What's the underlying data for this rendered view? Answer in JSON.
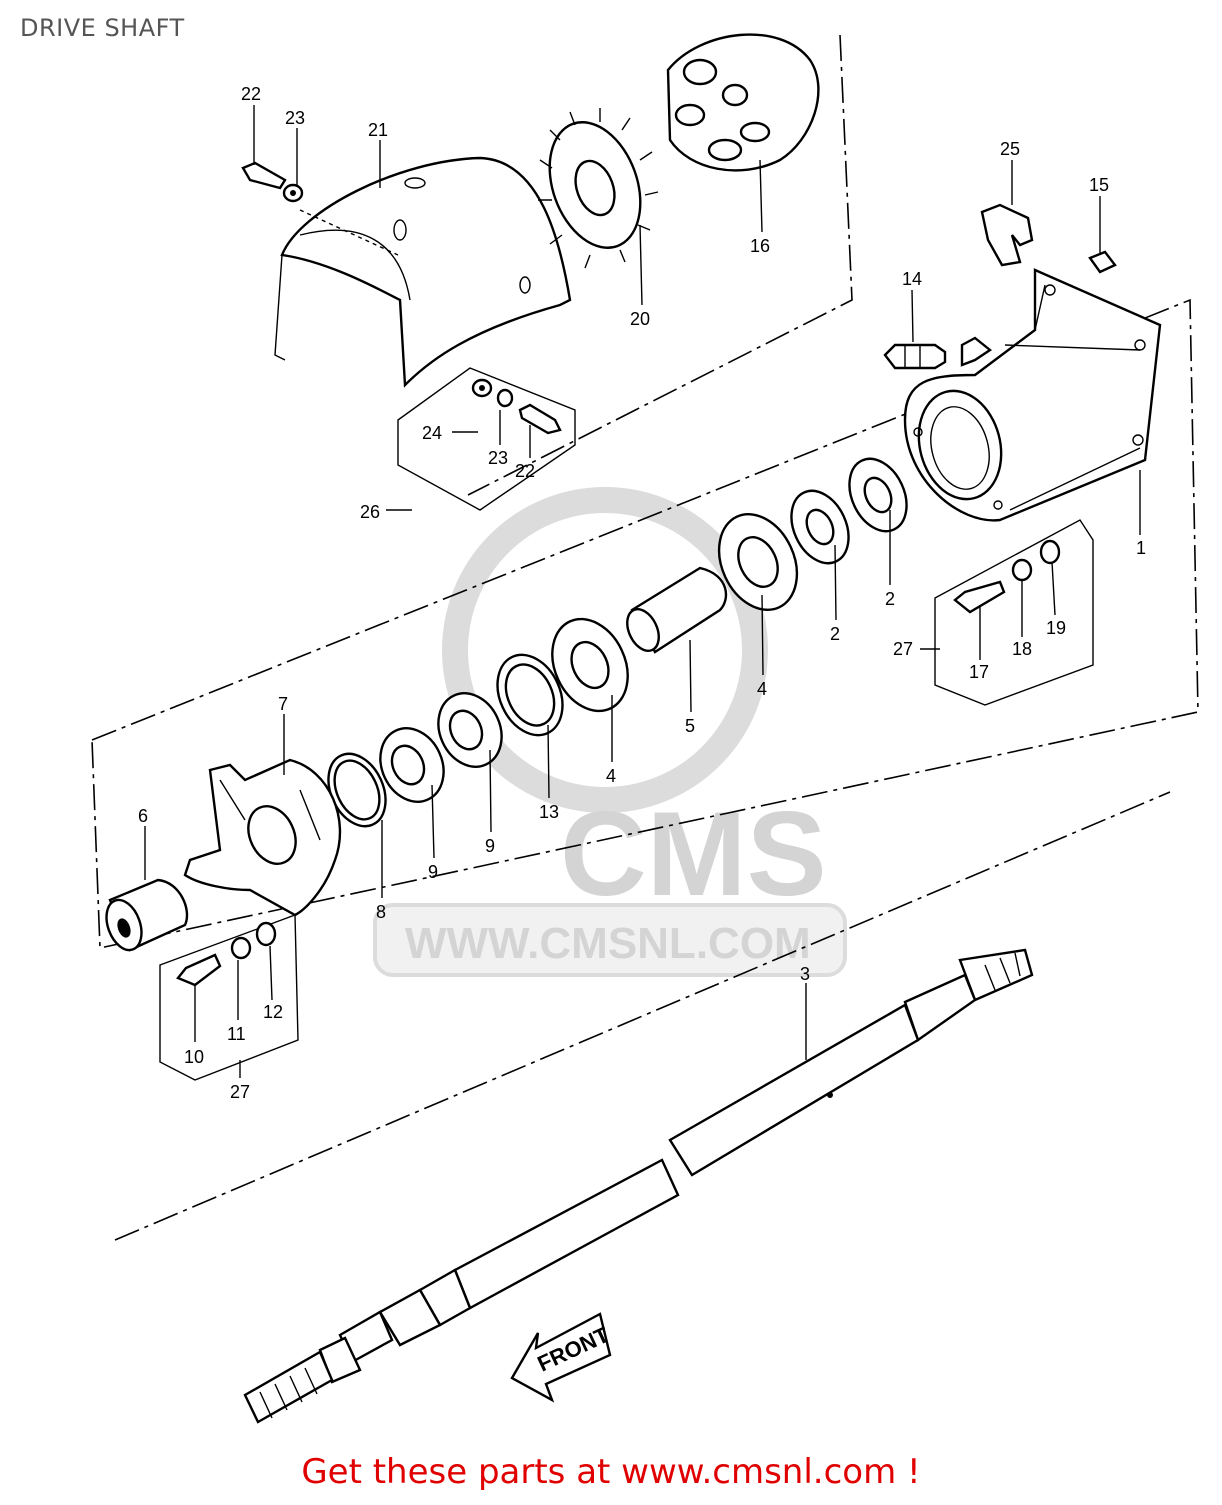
{
  "page": {
    "title": "DRIVE SHAFT",
    "footer": "Get these parts at www.cmsnl.com !"
  },
  "watermark": {
    "logo_text": "CMS",
    "url_text": "WWW.CMSNL.COM"
  },
  "diagram": {
    "front_label": "FRONT",
    "callouts": [
      {
        "id": "c22a",
        "text": "22"
      },
      {
        "id": "c23a",
        "text": "23"
      },
      {
        "id": "c21",
        "text": "21"
      },
      {
        "id": "c20",
        "text": "20"
      },
      {
        "id": "c16",
        "text": "16"
      },
      {
        "id": "c25",
        "text": "25"
      },
      {
        "id": "c15",
        "text": "15"
      },
      {
        "id": "c14",
        "text": "14"
      },
      {
        "id": "c24",
        "text": "24"
      },
      {
        "id": "c23b",
        "text": "23"
      },
      {
        "id": "c22b",
        "text": "22"
      },
      {
        "id": "c26",
        "text": "26"
      },
      {
        "id": "c1",
        "text": "1"
      },
      {
        "id": "c2a",
        "text": "2"
      },
      {
        "id": "c2b",
        "text": "2"
      },
      {
        "id": "c19",
        "text": "19"
      },
      {
        "id": "c18",
        "text": "18"
      },
      {
        "id": "c17",
        "text": "17"
      },
      {
        "id": "c27a",
        "text": "27"
      },
      {
        "id": "c4a",
        "text": "4"
      },
      {
        "id": "c5",
        "text": "5"
      },
      {
        "id": "c4b",
        "text": "4"
      },
      {
        "id": "c13",
        "text": "13"
      },
      {
        "id": "c9a",
        "text": "9"
      },
      {
        "id": "c9b",
        "text": "9"
      },
      {
        "id": "c7",
        "text": "7"
      },
      {
        "id": "c6",
        "text": "6"
      },
      {
        "id": "c8",
        "text": "8"
      },
      {
        "id": "c12",
        "text": "12"
      },
      {
        "id": "c11",
        "text": "11"
      },
      {
        "id": "c10",
        "text": "10"
      },
      {
        "id": "c27b",
        "text": "27"
      },
      {
        "id": "c3",
        "text": "3"
      }
    ]
  }
}
